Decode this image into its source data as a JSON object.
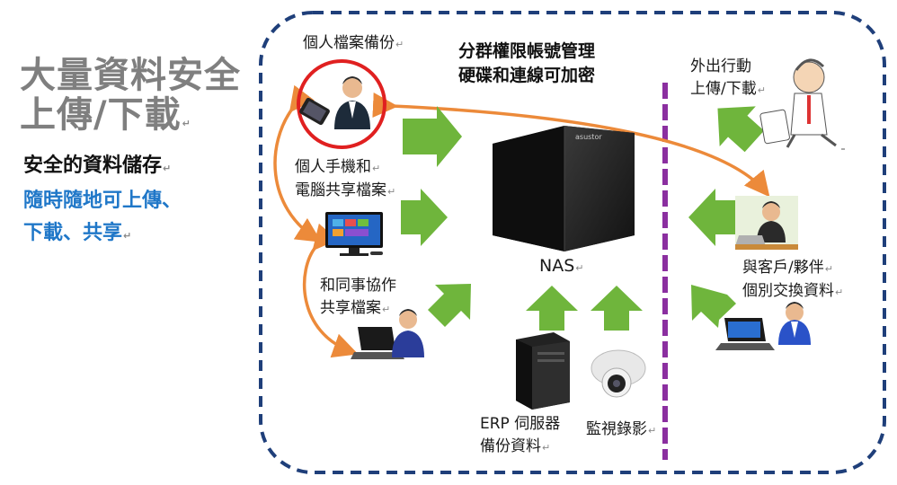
{
  "left": {
    "headline": [
      "大量資料安全",
      "上傳/下載"
    ],
    "sub1": "安全的資料儲存",
    "sub2": [
      "隨時隨地可上傳、",
      "下載、共享"
    ]
  },
  "title": [
    "分群權限帳號管理",
    "硬碟和連線可加密"
  ],
  "labels": {
    "personal_backup": "個人檔案備份",
    "phone_pc": [
      "個人手機和",
      "電腦共享檔案"
    ],
    "colleague": [
      "和同事協作",
      "共享檔案"
    ],
    "nas": "NAS",
    "erp": [
      "ERP 伺服器",
      "備份資料"
    ],
    "cctv": "監視錄影",
    "travel": [
      "外出行動",
      "上傳/下載"
    ],
    "client": [
      "與客戶/夥伴",
      "個別交換資料"
    ]
  },
  "nas_brand": "asustor",
  "colors": {
    "border": "#1f3f7a",
    "highlight": "#e02020",
    "arrow_green": "#6fb53c",
    "arrow_orange": "#ec8a3a",
    "divider": "#8b2fa0",
    "accent_blue": "#1f77c8"
  }
}
